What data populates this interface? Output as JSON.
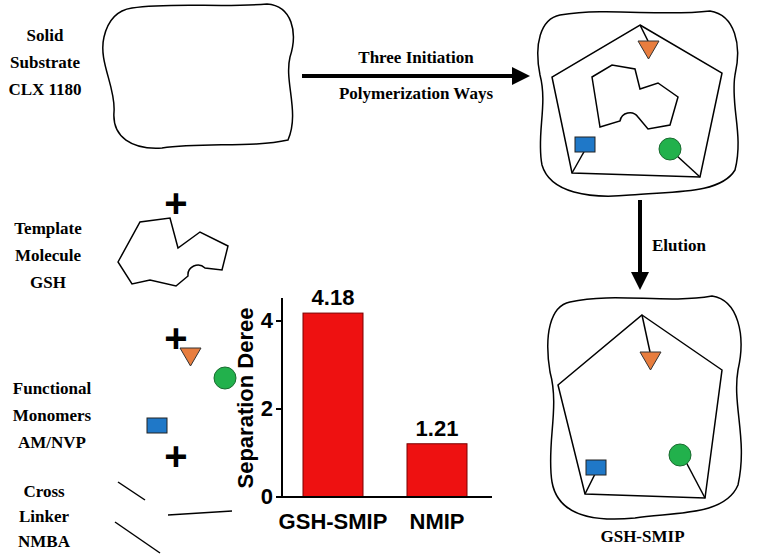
{
  "diagram": {
    "nodes": [
      {
        "text": [
          "Solid Substrate CLX 1180"
        ]
      },
      {
        "text": []
      },
      {
        "text": [
          "GSH-SMIP"
        ]
      }
    ],
    "edges": [
      {
        "from": 0,
        "to": 1,
        "arrow": "to",
        "label": "Three Initiation Polymerization Ways"
      },
      {
        "from": 1,
        "to": 2,
        "arrow": "to",
        "label": "Elution"
      }
    ],
    "labels": [
      "Template Molecule GSH",
      "Functional Monomers AM/NVP",
      "Cross Linker NMBA",
      "+",
      "+",
      "+",
      "Separation Deree",
      "0",
      "2",
      "4",
      "4.18",
      "1.21",
      "GSH-SMIP",
      "NMIP"
    ]
  }
}
